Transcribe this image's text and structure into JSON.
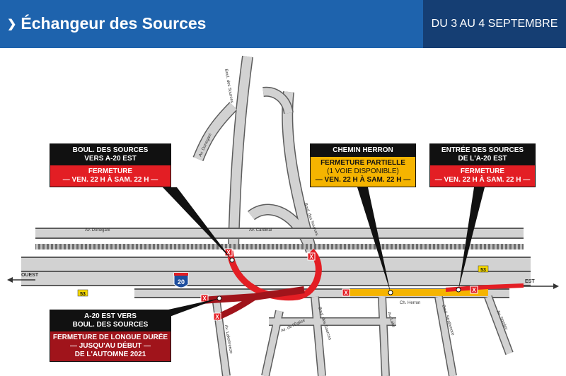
{
  "header": {
    "title": "Échangeur des Sources",
    "date": "DU 3 AU 4 SEPTEMBRE"
  },
  "directions": {
    "west": "OUEST",
    "east": "EST"
  },
  "shields": {
    "a20": "20",
    "r53_a": "53",
    "r53_b": "53"
  },
  "streets": {
    "boul_sources_top": "Boul. des Sources",
    "av_donegani_top": "Av. Donegani",
    "av_donegani_left": "Av. Donegani",
    "av_cardinal": "Av. Cardinal",
    "boul_sources_mid": "Boul. des Sources",
    "ch_herron": "Ch. Herron",
    "av_eglise": "Av. de l'Église",
    "boul_sources_bottom": "Boul. des Sources",
    "av_lake": "Av. Lake",
    "boul_strathmore": "Boul. Strathmore",
    "av_stanley": "Av. Stanley",
    "av_lakebreeze": "Av. Lakebreeze"
  },
  "callouts": {
    "c1": {
      "header": [
        "BOUL. DES SOURCES",
        "VERS A-20 EST"
      ],
      "body": [
        "FERMETURE",
        "— VEN. 22 H À SAM. 22 H —"
      ]
    },
    "c2": {
      "header": [
        "CHEMIN HERRON"
      ],
      "body": [
        "FERMETURE PARTIELLE",
        "(1 VOIE DISPONIBLE)",
        "— VEN. 22 H À SAM. 22 H —"
      ]
    },
    "c3": {
      "header": [
        "ENTRÉE DES SOURCES",
        "DE L'A-20 EST"
      ],
      "body": [
        "FERMETURE",
        "— VEN. 22 H À SAM. 22 H —"
      ]
    },
    "c4": {
      "header": [
        "A-20 EST VERS",
        "BOUL. DES SOURCES"
      ],
      "body": [
        "FERMETURE DE LONGUE DURÉE",
        "— JUSQU'AU DÉBUT —",
        "DE L'AUTOMNE 2021"
      ]
    }
  },
  "colors": {
    "header_blue": "#1e63ad",
    "header_dark": "#153e73",
    "closure_red": "#e31e24",
    "partial_yellow": "#f5b400",
    "long_closure": "#a0141b",
    "road_gray": "#c9c9c9"
  }
}
